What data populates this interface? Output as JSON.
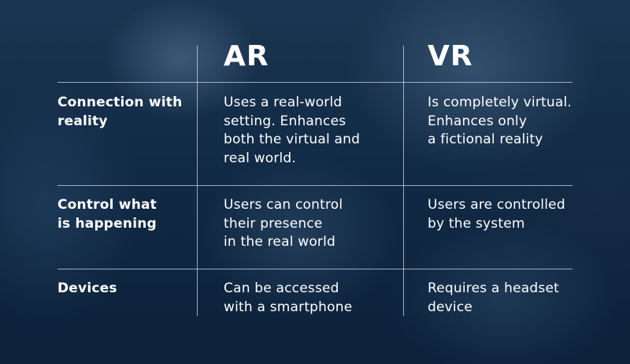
{
  "columns": {
    "ar": "AR",
    "vr": "VR"
  },
  "rows": [
    {
      "label": "Connection with\nreality",
      "ar": "Uses a real-world\nsetting. Enhances\nboth the virtual and\nreal world.",
      "vr": "Is completely virtual.\nEnhances only\na fictional reality"
    },
    {
      "label": "Control what\nis happening",
      "ar": "Users can control\ntheir presence\nin the real world",
      "vr": "Users are controlled\nby the system"
    },
    {
      "label": "Devices",
      "ar": "Can be accessed\nwith a smartphone",
      "vr": "Requires a headset\ndevice"
    }
  ],
  "colors": {
    "text": "#ffffff",
    "background": "#112a45",
    "lines": "#d7e1ee"
  }
}
